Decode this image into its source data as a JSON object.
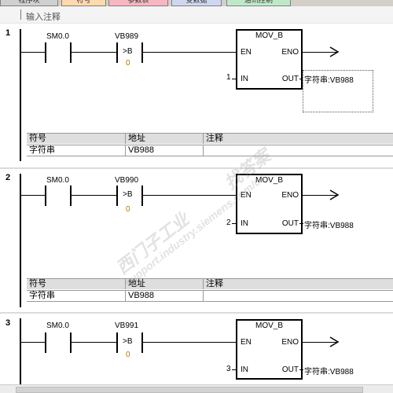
{
  "tabs": [
    "程序块",
    "符号",
    "参数表",
    "变数据",
    "通讯控制"
  ],
  "header": {
    "comment_placeholder": "输入注释"
  },
  "networks": [
    {
      "num": "1",
      "contact1": "SM0.0",
      "contact2": "VB989",
      "compare": ">B",
      "compare_value": "0",
      "block": {
        "title": "MOV_B",
        "en": "EN",
        "eno": "ENO",
        "in_pin": "IN",
        "out_pin": "OUT",
        "in_value": "1",
        "out_value": "字符串:VB988"
      }
    },
    {
      "num": "2",
      "contact1": "SM0.0",
      "contact2": "VB990",
      "compare": ">B",
      "compare_value": "0",
      "block": {
        "title": "MOV_B",
        "en": "EN",
        "eno": "ENO",
        "in_pin": "IN",
        "out_pin": "OUT",
        "in_value": "2",
        "out_value": "字符串:VB988"
      }
    },
    {
      "num": "3",
      "contact1": "SM0.0",
      "contact2": "VB991",
      "compare": ">B",
      "compare_value": "0",
      "block": {
        "title": "MOV_B",
        "en": "EN",
        "eno": "ENO",
        "in_pin": "IN",
        "out_pin": "OUT",
        "in_value": "3",
        "out_value": "字符串:VB988"
      }
    }
  ],
  "symbol_table": {
    "headers": [
      "符号",
      "地址",
      "注释"
    ],
    "row": [
      "字符串",
      "VB988",
      ""
    ]
  },
  "watermark": {
    "line1": "西门子工业",
    "line2": "support.industry.siemens.com/cs",
    "line3": "找答案"
  }
}
